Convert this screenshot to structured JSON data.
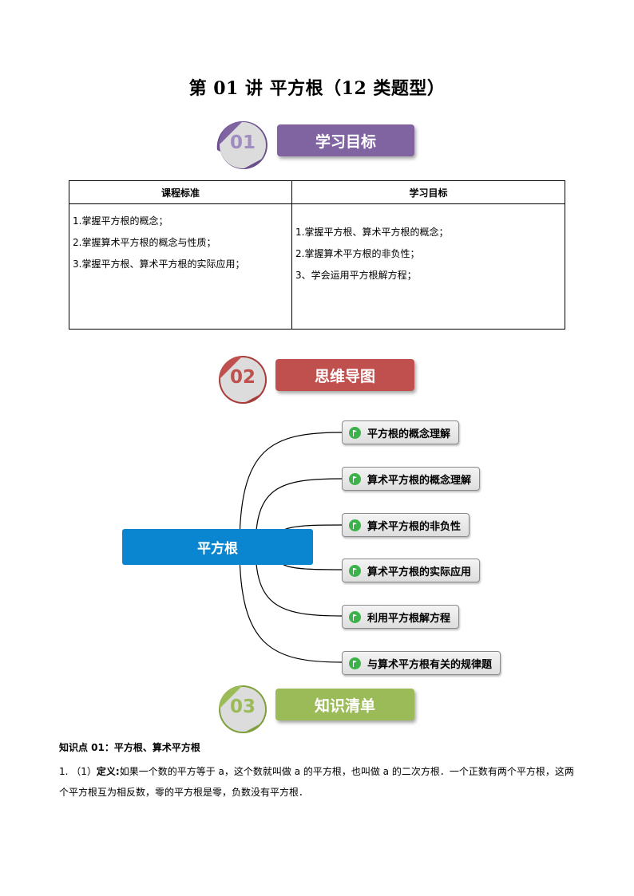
{
  "title": "第 01 讲  平方根（12 类题型）",
  "sections": [
    {
      "number": "01",
      "label": "学习目标",
      "color": "#8064a2"
    },
    {
      "number": "02",
      "label": "思维导图",
      "color": "#c0504d"
    },
    {
      "number": "03",
      "label": "知识清单",
      "color": "#9bbb59"
    }
  ],
  "goals_table": {
    "headers": [
      "课程标准",
      "学习目标"
    ],
    "left": [
      "1.掌握平方根的概念；",
      "2.掌握算术平方根的概念与性质；",
      "3.掌握平方根、算术平方根的实际应用；"
    ],
    "right": [
      "1.掌握平方根、算术平方根的概念；",
      "2.掌握算术平方根的非负性；",
      "3、学会运用平方根解方程；"
    ]
  },
  "mindmap": {
    "root": "平方根",
    "branches": [
      "平方根的概念理解",
      "算术平方根的概念理解",
      "算术平方根的非负性",
      "算术平方根的实际应用",
      "利用平方根解方程",
      "与算术平方根有关的规律题"
    ]
  },
  "knowledge": {
    "point_title": "知识点 01：平方根、算术平方根",
    "p1_prefix": "1. （1）",
    "p1_label": "定义:",
    "p1_text": "如果一个数的平方等于 a，这个数就叫做 a 的平方根，也叫做 a 的二次方根．一个正数有两个平方根，这两个平方根互为相反数，零的平方根是零，负数没有平方根．"
  }
}
